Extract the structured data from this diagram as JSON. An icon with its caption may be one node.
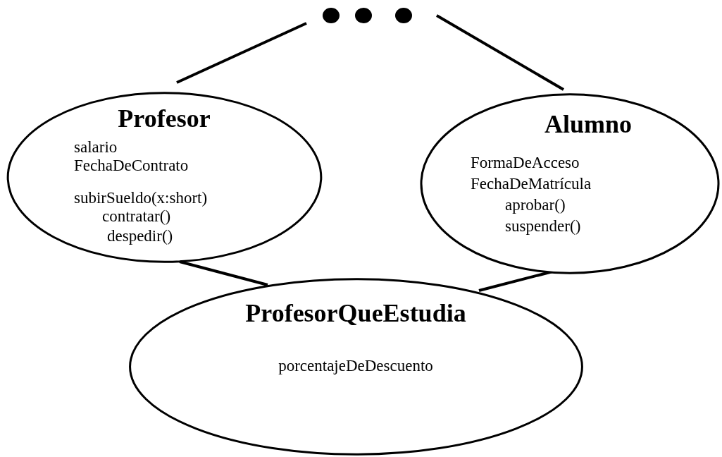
{
  "diagram": {
    "nodes": [
      {
        "text": [],
        "shape": "dots"
      },
      {
        "text": [
          "Profesor",
          "salario",
          "FechaDeContrato",
          "subirSueldo(x:short)",
          "contratar()",
          "despedir()"
        ]
      },
      {
        "text": [
          "Alumno",
          "FormaDeAcceso",
          "FechaDeMatrícula",
          "aprobar()",
          "suspender()"
        ]
      },
      {
        "text": [
          "ProfesorQueEstudia",
          "porcentajeDeDescuento"
        ]
      }
    ],
    "edges": [
      {
        "from": 1,
        "to": 0,
        "arrow": "none"
      },
      {
        "from": 2,
        "to": 0,
        "arrow": "none"
      },
      {
        "from": 1,
        "to": 3,
        "arrow": "none"
      },
      {
        "from": 2,
        "to": 3,
        "arrow": "none"
      }
    ]
  }
}
